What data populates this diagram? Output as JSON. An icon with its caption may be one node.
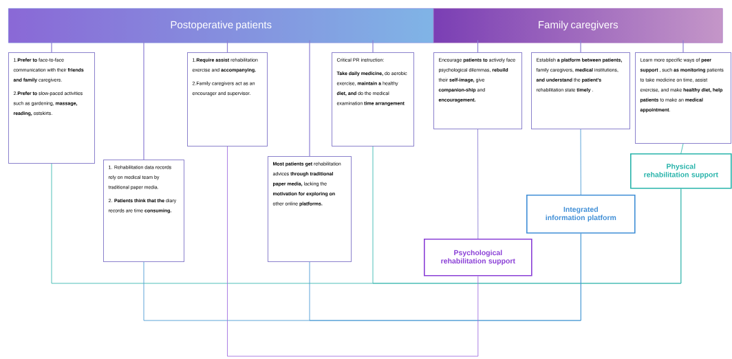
{
  "diagram": {
    "nodes": [
      {
        "text": [
          "Postoperative patients"
        ]
      },
      {
        "text": [
          "Family caregivers"
        ]
      },
      {
        "text": [
          "1.**Prefer to** face-to-face communication with their **friends and family** caregivers.",
          "2.**Prefer to** slow-paced activities such as gardening, **massage, reading,** ostskirts."
        ]
      },
      {
        "text": [
          "1. Rehabilitation data records rely on medical team by traditional paper media.",
          "2. **Patients think that the** diary records are time **consuming.**"
        ]
      },
      {
        "text": [
          "1.**Require assist** rehabilitation exercise and **accompanying.**",
          "2.Family caregivers act as an encourager and supervisor."
        ]
      },
      {
        "text": [
          "**Most patients get** rehabilitation advices **through traditional paper media,** lacking the **motivation for exploring on** other online **platforms.**"
        ]
      },
      {
        "text": [
          "Critical PR instruction:",
          "**Take daily medicine,** do aerobic exercise, **maintain a** healthy **diet, and** do the medical examination **time arrangement**"
        ]
      },
      {
        "text": [
          "Encourage **patients to** actively face psychological dilemmas, **rebuild** their **self-image,** give **companion-ship** and **encouragement.**"
        ]
      },
      {
        "text": [
          "Establish **a platform between patients,** family caregivers, **medical** institutions, **and understand** the **patient's** rehabilitation state **timely** ."
        ]
      },
      {
        "text": [
          "Learn more specific ways of **peer support** , such **as monitoring** patients to take medicine on time, assist exercise, and make **healthy diet, help patients** to make an **medical appointment**."
        ]
      },
      {
        "text": [
          "Physical rehabilitation support"
        ]
      },
      {
        "text": [
          "Integrated information platform"
        ]
      },
      {
        "text": [
          "Psychological rehabilitation support"
        ]
      }
    ],
    "edges": [
      {
        "from": 0,
        "to": 2,
        "arrow": "none"
      },
      {
        "from": 0,
        "to": 3,
        "arrow": "none"
      },
      {
        "from": 0,
        "to": 4,
        "arrow": "none"
      },
      {
        "from": 0,
        "to": 5,
        "arrow": "none"
      },
      {
        "from": 0,
        "to": 6,
        "arrow": "none"
      },
      {
        "from": 1,
        "to": 7,
        "arrow": "none"
      },
      {
        "from": 1,
        "to": 8,
        "arrow": "none"
      },
      {
        "from": 1,
        "to": 9,
        "arrow": "none"
      },
      {
        "from": 7,
        "to": 12,
        "arrow": "none"
      },
      {
        "from": 8,
        "to": 11,
        "arrow": "none",
        "color": "#4a9ad4"
      },
      {
        "from": 9,
        "to": 10,
        "arrow": "none",
        "color": "#3bb8b0"
      },
      {
        "from": 2,
        "to": 10,
        "arrow": "none",
        "color": "#3bb8b0"
      },
      {
        "from": 6,
        "to": 10,
        "arrow": "none",
        "color": "#3bb8b0"
      },
      {
        "from": 3,
        "to": 11,
        "arrow": "none",
        "color": "#4a9ad4"
      },
      {
        "from": 5,
        "to": 11,
        "arrow": "none",
        "color": "#4a9ad4"
      },
      {
        "from": 4,
        "to": 12,
        "arrow": "none",
        "color": "#a070e0"
      }
    ]
  }
}
